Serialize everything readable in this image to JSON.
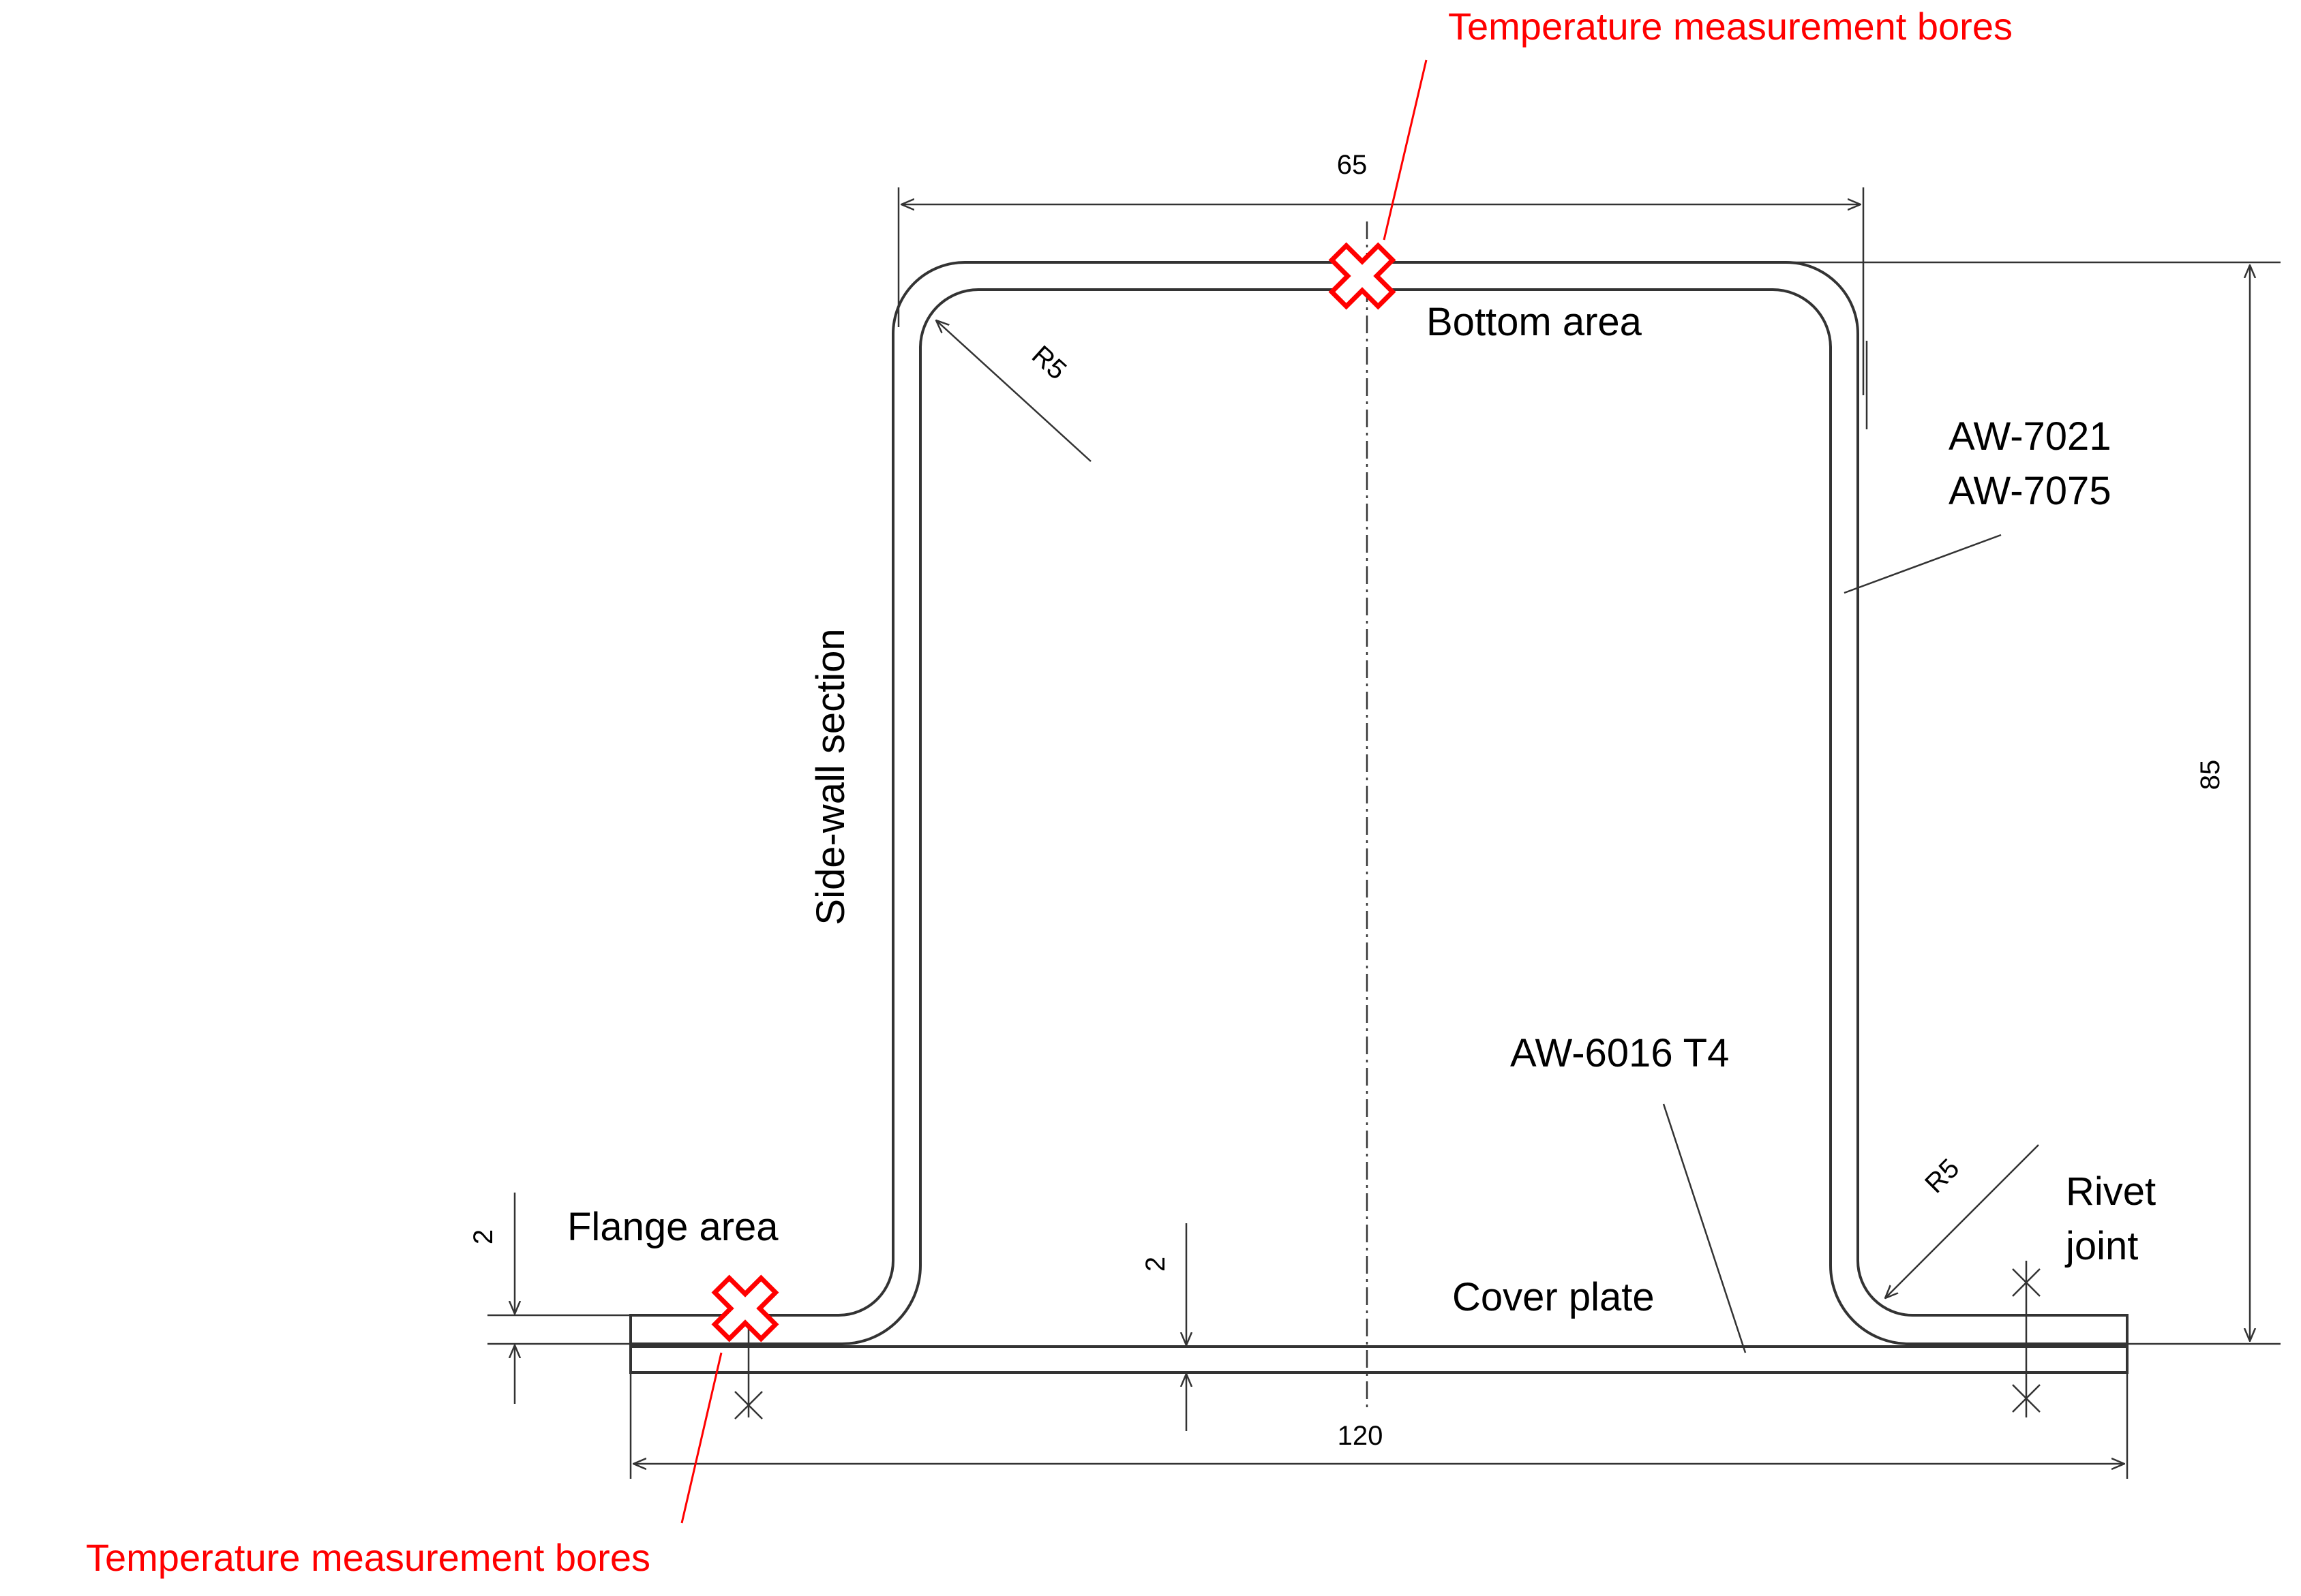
{
  "annotations": {
    "bores_top": "Temperature measurement bores",
    "bores_bottom": "Temperature measurement bores",
    "bottom_area": "Bottom area",
    "material_hat_1": "AW-7021",
    "material_hat_2": "AW-7075",
    "side_wall": "Side-wall section",
    "flange_area": "Flange area",
    "cover_plate": "Cover plate",
    "material_plate": "AW-6016 T4",
    "rivet_1": "Rivet",
    "rivet_2": "joint"
  },
  "dimensions": {
    "top_width": "65",
    "total_width": "120",
    "height": "85",
    "radius_top": "R5",
    "radius_bottom": "R5",
    "thickness_left": "2",
    "thickness_center": "2"
  },
  "colors": {
    "accent": "#ff0000",
    "line": "#333333",
    "text": "#000000"
  },
  "icons": {
    "bore_marker": "cross-marker-icon"
  }
}
